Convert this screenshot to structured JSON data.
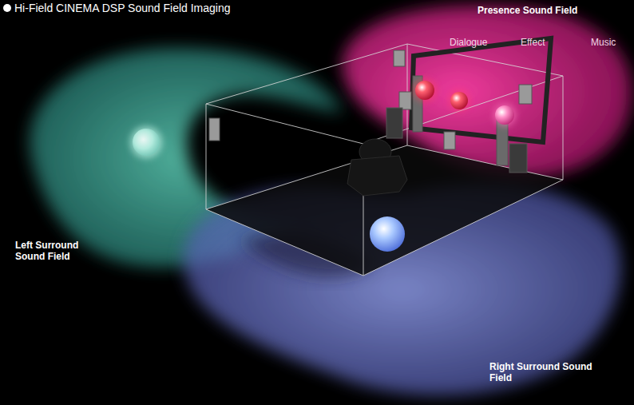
{
  "diagram": {
    "title": "Hi-Field CINEMA DSP Sound Field Imaging",
    "labels": [
      "Presence Sound Field",
      "Dialogue",
      "Effect",
      "Music",
      "Left Surround Sound Field",
      "Right Surround Sound Field"
    ]
  }
}
